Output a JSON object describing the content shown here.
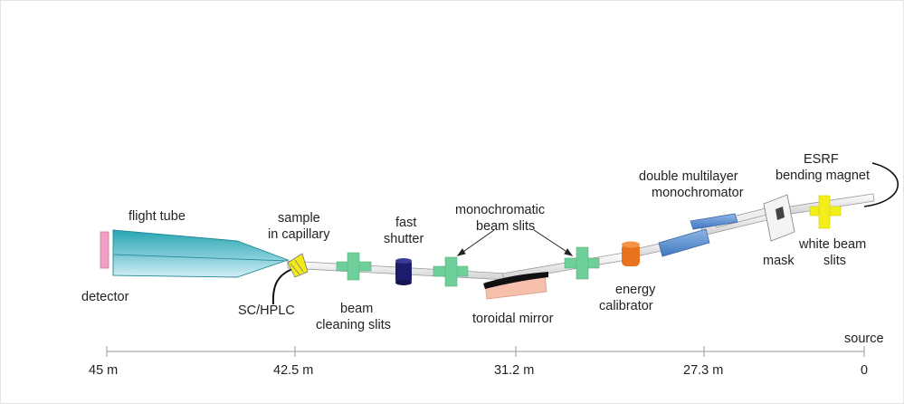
{
  "labels": {
    "flight_tube": "flight tube",
    "detector": "detector",
    "sample_line1": "sample",
    "sample_line2": "in capillary",
    "sc_hplc": "SC/HPLC",
    "beam_cleaning_line1": "beam",
    "beam_cleaning_line2": "cleaning slits",
    "fast_shutter_line1": "fast",
    "fast_shutter_line2": "shutter",
    "mono_slits_line1": "monochromatic",
    "mono_slits_line2": "beam slits",
    "toroidal_mirror": "toroidal mirror",
    "energy_line1": "energy",
    "energy_line2": "calibrator",
    "monochromator_line1": "double multilayer",
    "monochromator_line2": "monochromator",
    "mask": "mask",
    "esrf_line1": "ESRF",
    "esrf_line2": "bending magnet",
    "white_slits_line1": "white beam",
    "white_slits_line2": "slits"
  },
  "scale": {
    "source_label": "source",
    "ticks": [
      "45 m",
      "42.5 m",
      "31.2 m",
      "27.3 m",
      "0"
    ]
  },
  "colors": {
    "tube_dark": "#2aa9b4",
    "tube_light": "#bfe6ee",
    "detector": "#f39ec4",
    "sample": "#f4e91b",
    "slits": "#6fcf9a",
    "shutter": "#1a1a6e",
    "mirror_body": "#f6c0ad",
    "mirror_top": "#1a1a1a",
    "calibrator": "#e8731e",
    "monochromator": "#5f96d3",
    "white_slits": "#f2ee1a",
    "beam_pipe": "#dcdcdc"
  }
}
